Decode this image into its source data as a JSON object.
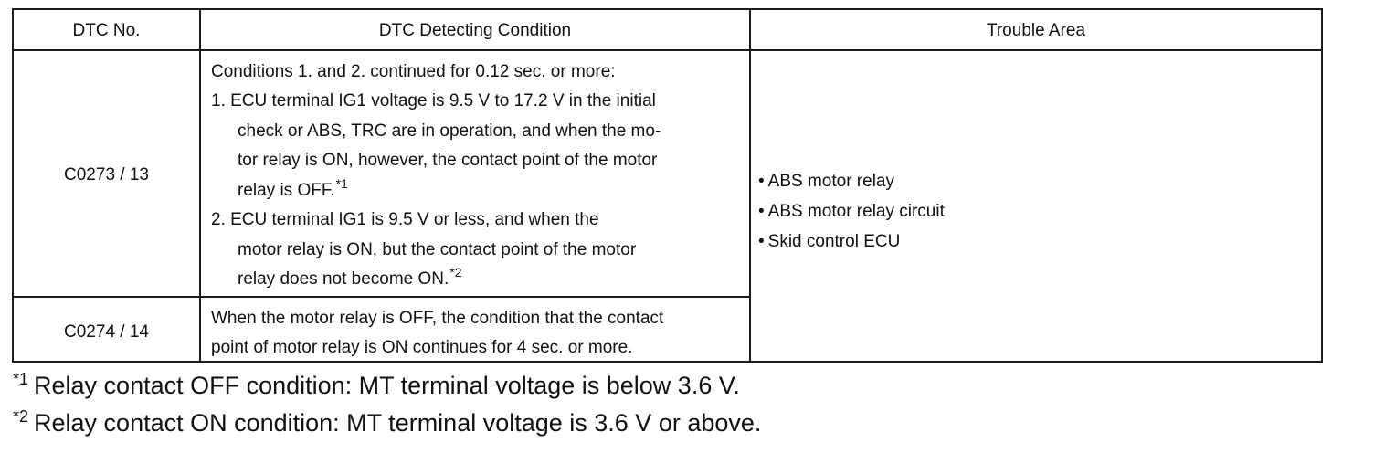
{
  "table": {
    "headers": {
      "dtc_no": "DTC No.",
      "condition": "DTC Detecting Condition",
      "trouble_area": "Trouble Area"
    },
    "row1": {
      "dtc": "C0273 / 13",
      "lines": [
        "Conditions 1. and 2. continued for 0.12 sec. or more:",
        "1.  ECU terminal IG1 voltage is 9.5 V to 17.2 V in the initial",
        "check or ABS, TRC are in operation, and when the mo-",
        "tor relay is ON, however, the contact point of the motor",
        "relay is OFF.",
        "2.  ECU terminal IG1 is 9.5 V or less, and when the",
        "motor relay is ON, but the contact point of the motor",
        "relay does not become ON."
      ],
      "mark1": "*1",
      "mark2": "*2"
    },
    "row2": {
      "dtc": "C0274 / 14",
      "lines": [
        "When the motor relay is OFF, the condition that the contact",
        "point of motor relay is ON continues for 4 sec. or more."
      ]
    },
    "trouble_area": {
      "bullet": "•",
      "items": [
        "ABS motor relay",
        "ABS motor relay circuit",
        "Skid control ECU"
      ]
    }
  },
  "footnotes": [
    {
      "mark": "*1",
      "text": "Relay contact OFF condition: MT terminal voltage is below 3.6 V."
    },
    {
      "mark": "*2",
      "text": "Relay contact ON condition: MT terminal voltage is 3.6 V or above."
    }
  ]
}
